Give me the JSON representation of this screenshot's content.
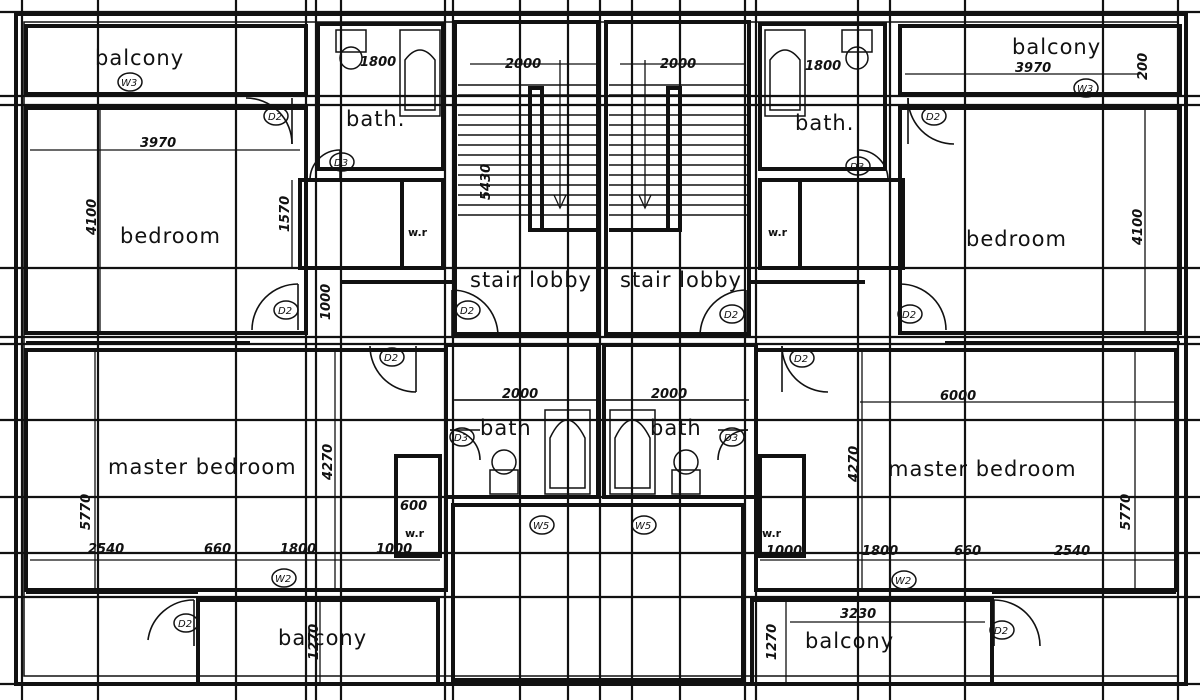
{
  "rooms": {
    "balcony_tl": "balcony",
    "balcony_tr": "balcony",
    "balcony_bl": "balcony",
    "balcony_br": "balcony",
    "bath_tl": "bath.",
    "bath_tr": "bath.",
    "bath_cl": "bath",
    "bath_cr": "bath",
    "bedroom_l": "bedroom",
    "bedroom_r": "bedroom",
    "master_l": "master bedroom",
    "master_r": "master bedroom",
    "stair_lobby_l": "stair lobby",
    "stair_lobby_r": "stair lobby",
    "wr_l": "w.r",
    "wr_r": "w.r",
    "wr_ml": "w.r",
    "wr_mr": "w.r"
  },
  "dimensions": {
    "d3970_tl": "3970",
    "d3970_tr": "3970",
    "d1800_tl": "1800",
    "d1800_tr": "1800",
    "d2000_sl": "2000",
    "d2000_sr": "2000",
    "d200": "200",
    "d4100_l": "4100",
    "d4100_r": "4100",
    "d1570": "1570",
    "d1000_v": "1000",
    "d2000_cl": "2000",
    "d2000_cr": "2000",
    "d6000": "6000",
    "d4270_l": "4270",
    "d4270_r": "4270",
    "d5770_l": "5770",
    "d5770_r": "5770",
    "d600": "600",
    "d2540_l": "2540",
    "d660_l": "660",
    "d1800_bl": "1800",
    "d1000_bl": "1000",
    "d1000_br": "1000",
    "d1800_br": "1800",
    "d660_r": "660",
    "d2540_r": "2540",
    "d1270_l": "1270",
    "d1270_r": "1270",
    "d3230": "3230",
    "d5430": "5430"
  },
  "tags": {
    "door_d2": "D2",
    "door_d3": "D3",
    "win_w2": "W2",
    "win_w3": "W3",
    "win_w5": "W5"
  }
}
